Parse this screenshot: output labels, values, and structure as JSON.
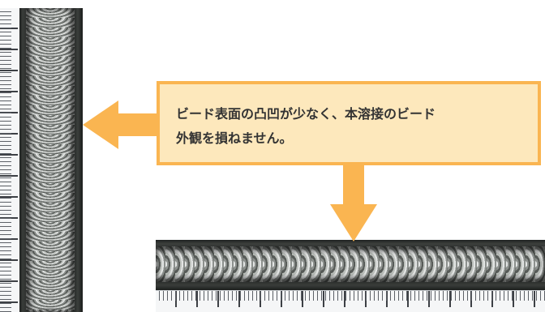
{
  "callout": {
    "text": "ビード表面の凸凹が少なく、本溶接のビード\n外観を損ねません。"
  },
  "colors": {
    "callout_background": "#fde8bc",
    "callout_border": "#fab551",
    "arrow": "#fab551",
    "text": "#333333"
  },
  "images": {
    "vertical_weld": "vertical-weld-bead-photo",
    "horizontal_weld": "horizontal-weld-bead-photo"
  },
  "icons": {
    "left_arrow": "arrow-left-icon",
    "down_arrow": "arrow-down-icon"
  }
}
